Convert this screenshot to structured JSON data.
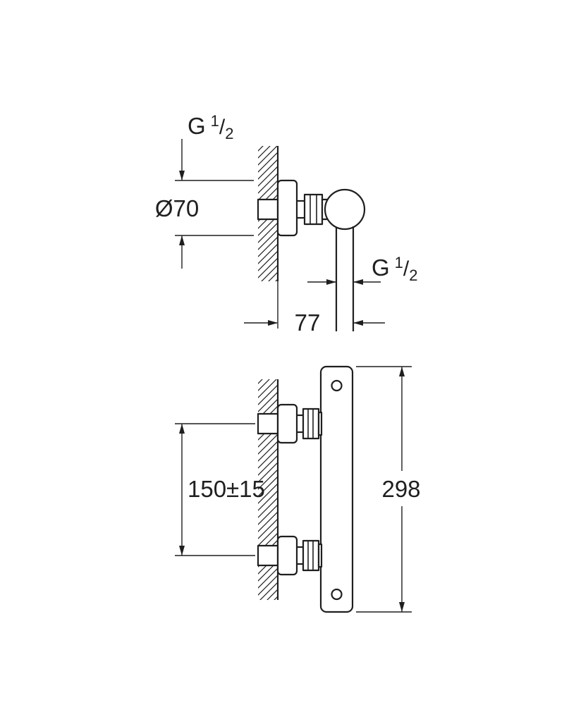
{
  "colors": {
    "line": "#1f1f1f",
    "background": "#ffffff"
  },
  "thread_label": {
    "prefix": "G",
    "numerator": "1",
    "slash": "/",
    "denominator": "2"
  },
  "top_view": {
    "escutcheon_diameter_label": "Ø70",
    "wall_projection_label": "77"
  },
  "front_view": {
    "inlet_spacing_label": "150±15",
    "body_length_label": "298"
  }
}
